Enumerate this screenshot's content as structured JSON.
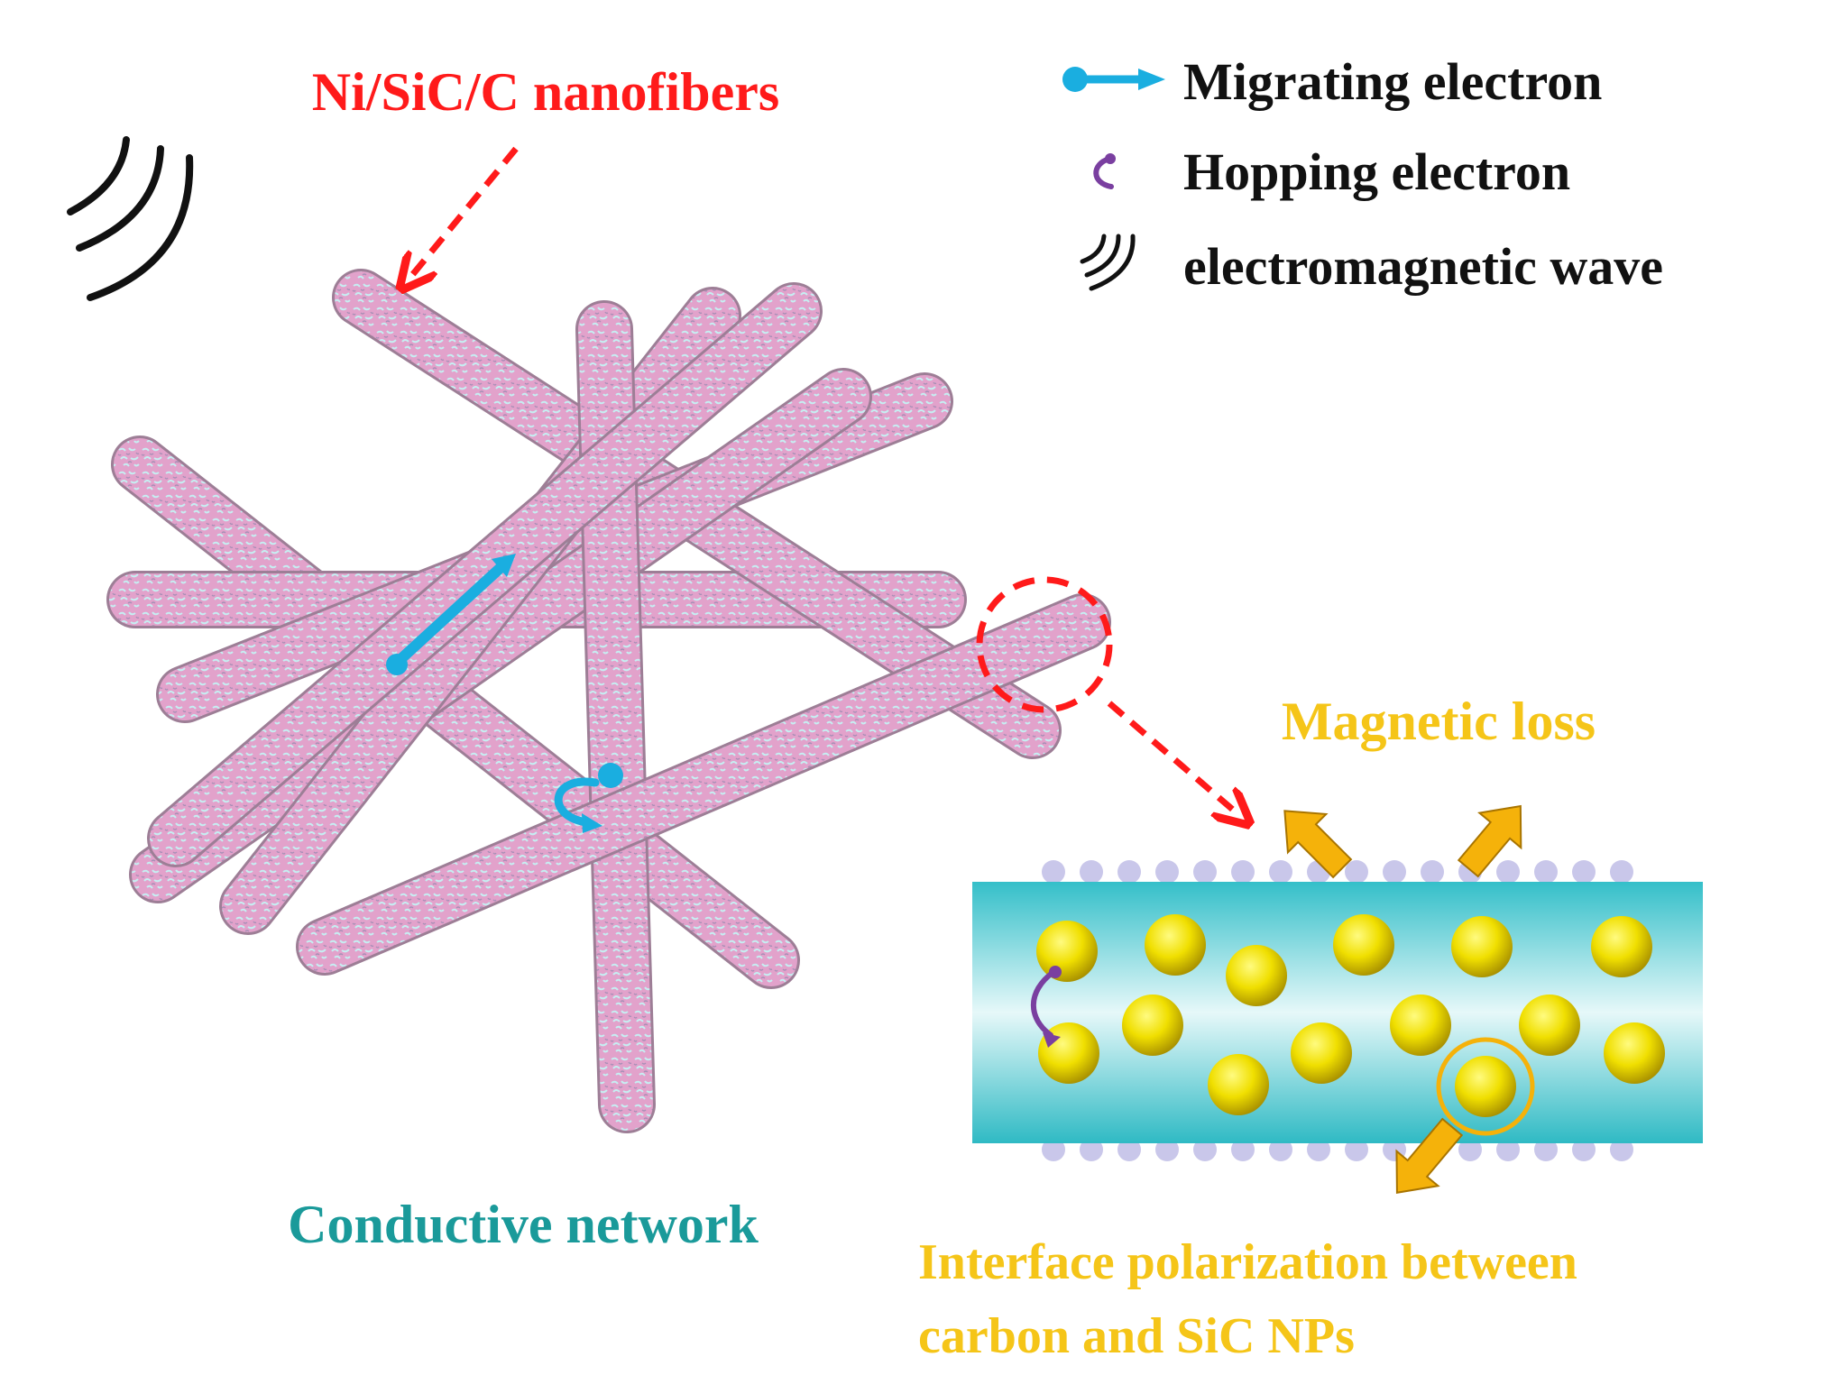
{
  "labels": {
    "nanofibers": "Ni/SiC/C nanofibers",
    "conductive_network": "Conductive network",
    "magnetic_loss": "Magnetic loss",
    "interface_line1": "Interface polarization between",
    "interface_line2": "carbon and SiC NPs"
  },
  "legend": {
    "migrating": "Migrating electron",
    "hopping": "Hopping electron",
    "wave": "electromagnetic wave"
  },
  "colors": {
    "red_label": "#ff1a1a",
    "teal_label": "#1a9a9a",
    "gold_label": "#f5c518",
    "electron_blue": "#1aaee0",
    "hopping_purple": "#7a3fa0",
    "fiber_pink": "#e4a3cc",
    "fiber_speckle": "#bfe7ee",
    "nanoparticle_yellow": "#f2e200",
    "arrow_orange": "#f5b20a"
  },
  "icons": [
    "migrating-electron-icon",
    "hopping-electron-icon",
    "electromagnetic-wave-icon",
    "zoom-circle-icon",
    "dashed-arrow-icon"
  ]
}
